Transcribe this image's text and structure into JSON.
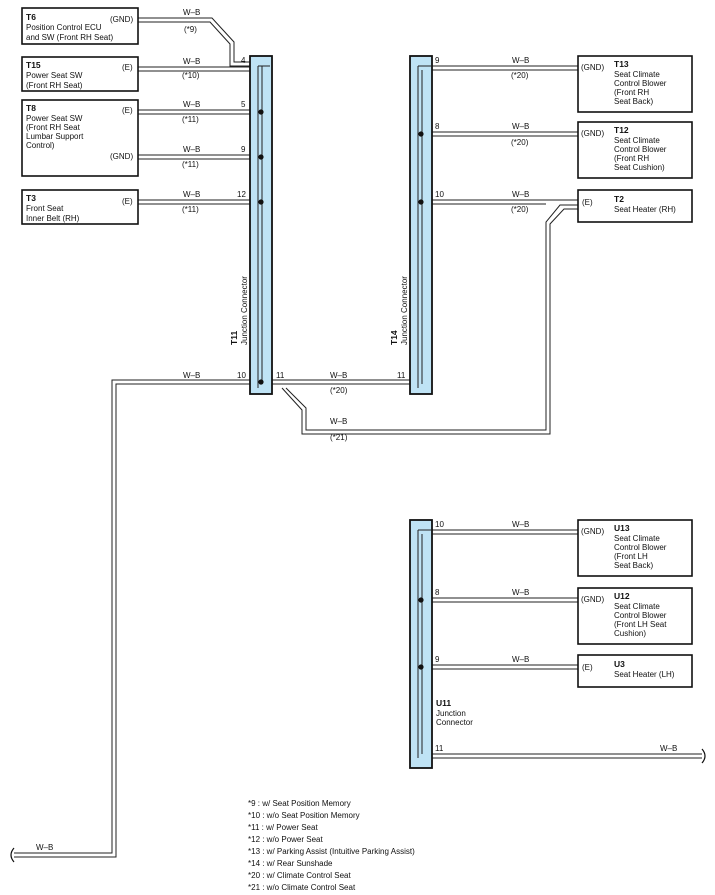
{
  "wire_color": "W–B",
  "components": {
    "t6": {
      "code": "T6",
      "lines": [
        "Position Control ECU",
        "and SW (Front RH Seat)"
      ],
      "gnd": "(GND)"
    },
    "t15": {
      "code": "T15",
      "lines": [
        "Power Seat SW",
        "(Front RH Seat)"
      ],
      "e": "(E)"
    },
    "t8": {
      "code": "T8",
      "lines": [
        "Power Seat SW",
        "(Front RH Seat",
        " Lumbar Support",
        " Control)"
      ],
      "e": "(E)",
      "gnd": "(GND)"
    },
    "t3": {
      "code": "T3",
      "lines": [
        "Front Seat",
        "Inner Belt (RH)"
      ],
      "e": "(E)"
    },
    "t13": {
      "code": "T13",
      "lines": [
        "Seat Climate",
        "Control Blower",
        "(Front RH",
        " Seat Back)"
      ],
      "gnd": "(GND)"
    },
    "t12": {
      "code": "T12",
      "lines": [
        "Seat Climate",
        "Control Blower",
        "(Front RH",
        " Seat Cushion)"
      ],
      "gnd": "(GND)"
    },
    "t2": {
      "code": "T2",
      "lines": [
        "Seat Heater (RH)"
      ],
      "e": "(E)"
    },
    "u13": {
      "code": "U13",
      "lines": [
        "Seat Climate",
        "Control Blower",
        "(Front LH",
        " Seat Back)"
      ],
      "gnd": "(GND)"
    },
    "u12": {
      "code": "U12",
      "lines": [
        "Seat Climate",
        "Control Blower",
        "(Front LH Seat",
        " Cushion)"
      ],
      "gnd": "(GND)"
    },
    "u3": {
      "code": "U3",
      "lines": [
        "Seat Heater (LH)"
      ],
      "e": "(E)"
    }
  },
  "connectors": {
    "t11": {
      "code": "T11",
      "name": "Junction Connector"
    },
    "t14": {
      "code": "T14",
      "name": "Junction Connector"
    },
    "u11": {
      "code": "U11",
      "name_lines": [
        "Junction",
        "Connector"
      ]
    }
  },
  "pins": {
    "t11_4": "4",
    "t11_5": "5",
    "t11_9": "9",
    "t11_12": "12",
    "t11_10": "10",
    "t11_11": "11",
    "t14_9": "9",
    "t14_8": "8",
    "t14_10": "10",
    "t14_11": "11",
    "u11_10": "10",
    "u11_8": "8",
    "u11_9": "9",
    "u11_11": "11"
  },
  "notes": {
    "n9": "*9",
    "n10": "*10",
    "n11": "*11",
    "n20": "*20",
    "n21": "*21"
  },
  "legend": [
    "*9 : w/ Seat Position Memory",
    "*10 : w/o Seat Position Memory",
    "*11 : w/ Power Seat",
    "*12 : w/o Power Seat",
    "*13 : w/ Parking Assist (Intuitive Parking Assist)",
    "*14 : w/ Rear Sunshade",
    "*20 : w/ Climate Control Seat",
    "*21 : w/o Climate Control Seat"
  ]
}
